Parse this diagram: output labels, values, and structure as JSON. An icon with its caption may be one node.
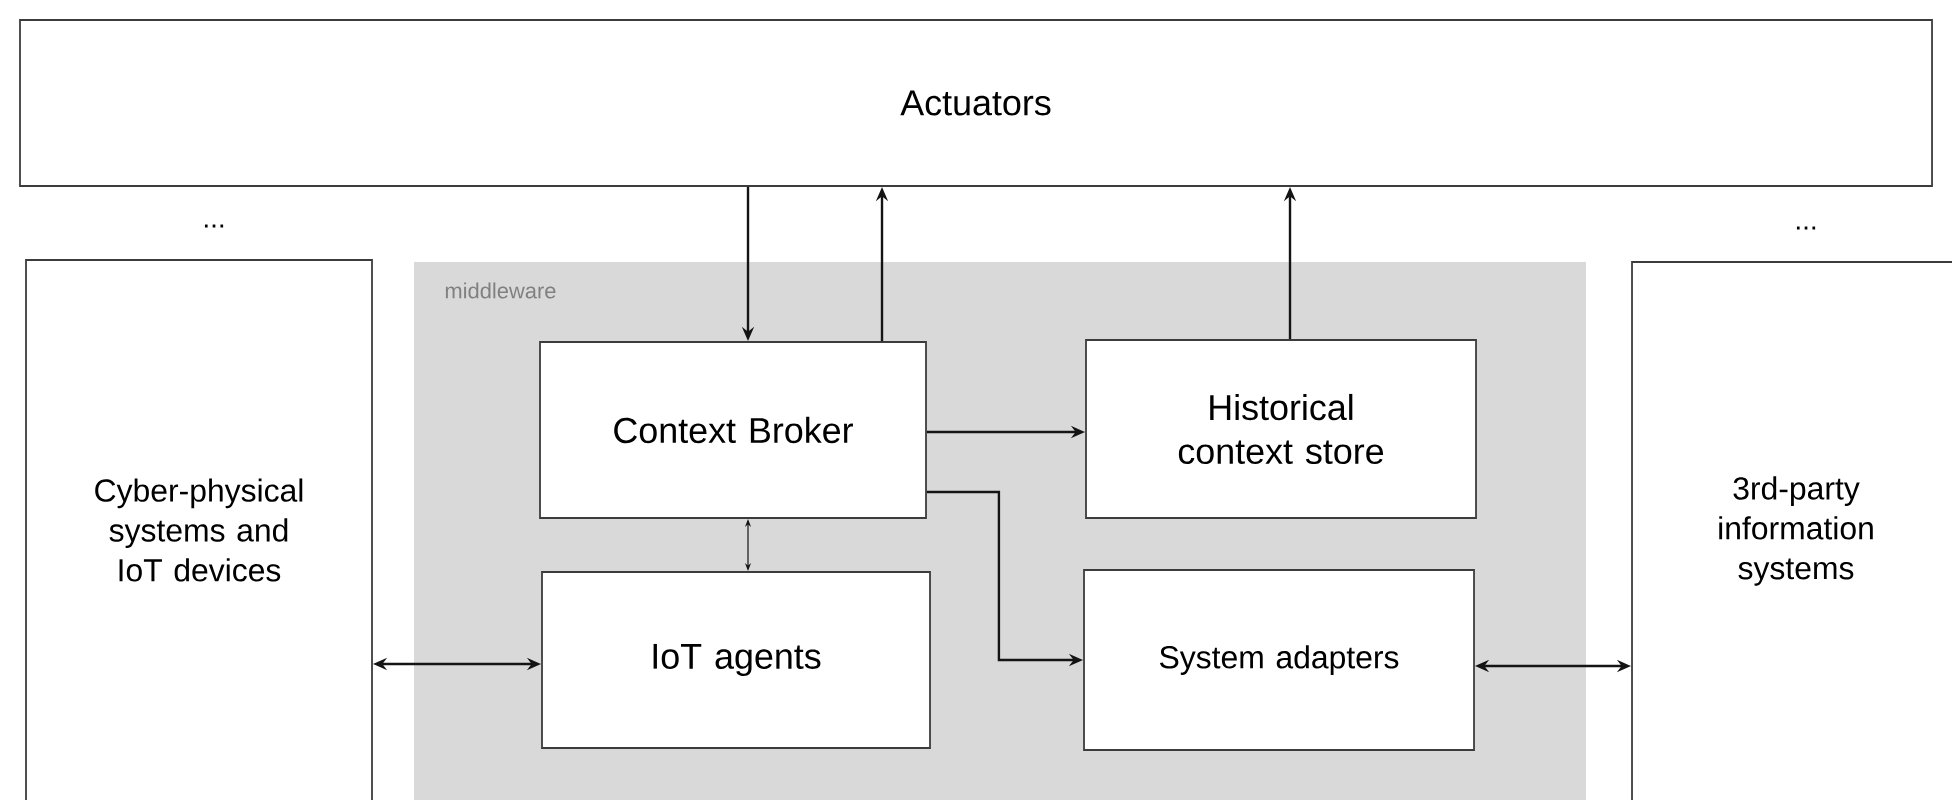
{
  "diagram": {
    "nodes": [
      {
        "text": [
          "Actuators"
        ]
      },
      {
        "text": [
          "Cyber-physical systems and IoT devices"
        ]
      },
      {
        "text": [
          "middleware"
        ]
      },
      {
        "text": [
          "Context Broker"
        ],
        "in": 2
      },
      {
        "text": [
          "Historical context store"
        ],
        "in": 2
      },
      {
        "text": [
          "IoT agents"
        ],
        "in": 2
      },
      {
        "text": [
          "System adapters"
        ],
        "in": 2
      },
      {
        "text": [
          "3rd-party information systems"
        ]
      }
    ],
    "edges": [
      {
        "from": 0,
        "to": 3,
        "arrow": "to"
      },
      {
        "from": 3,
        "to": 0,
        "arrow": "to"
      },
      {
        "from": 4,
        "to": 0,
        "arrow": "to"
      },
      {
        "from": 3,
        "to": 4,
        "arrow": "to"
      },
      {
        "from": 3,
        "to": 6,
        "arrow": "to"
      },
      {
        "from": 3,
        "to": 5,
        "arrow": "both"
      },
      {
        "from": 1,
        "to": 5,
        "arrow": "both"
      },
      {
        "from": 6,
        "to": 7,
        "arrow": "both"
      }
    ],
    "labels": [
      "...",
      "..."
    ]
  }
}
